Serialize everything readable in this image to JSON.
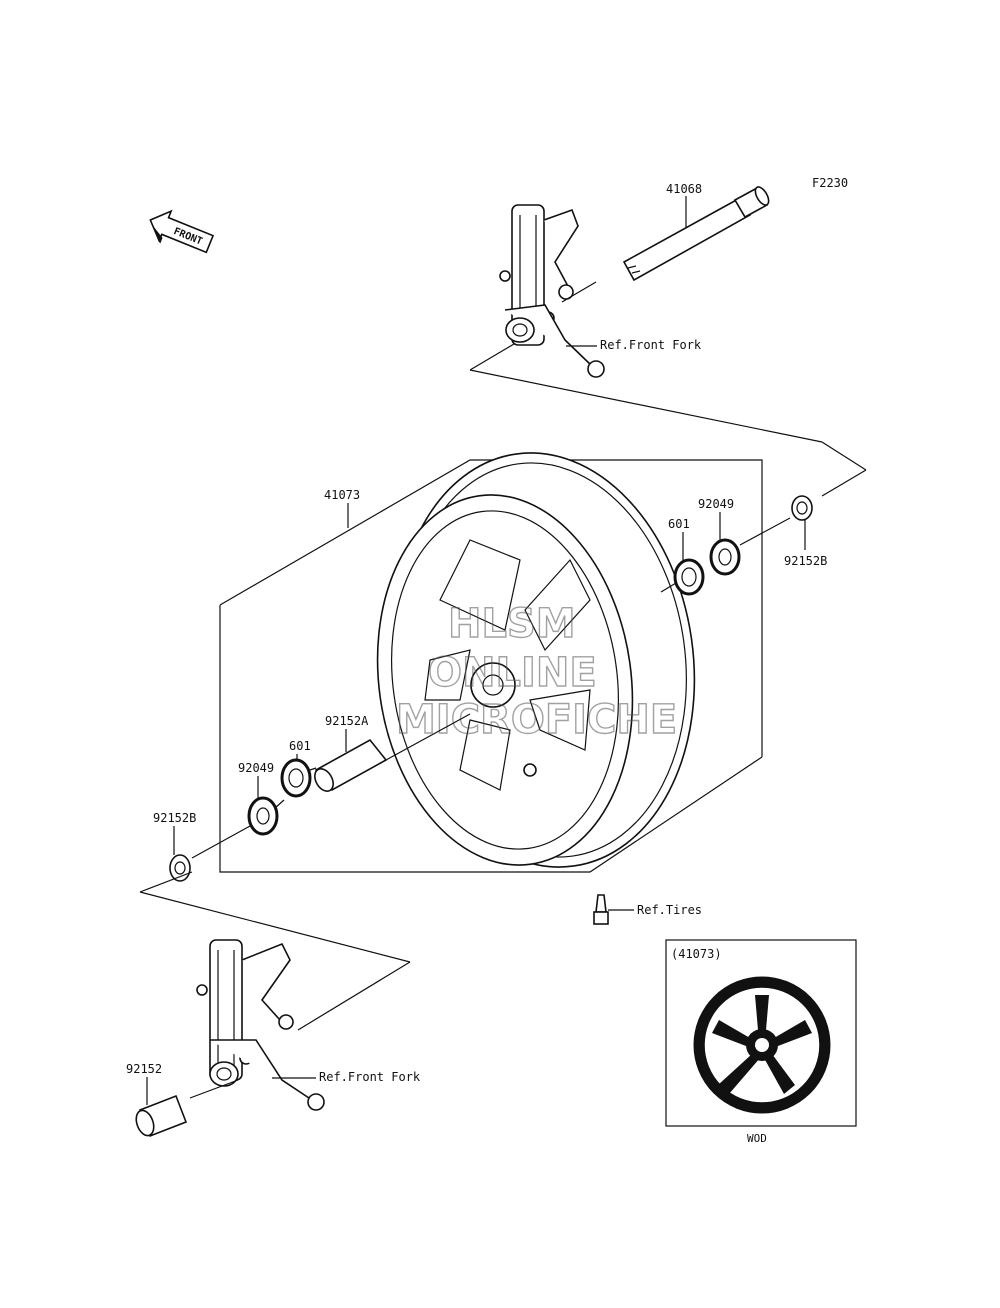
{
  "diagram": {
    "code": "F2230",
    "front_arrow": "FRONT",
    "labels": {
      "axle": "41068",
      "wheel": "41073",
      "bearing_right": "601",
      "seal_right": "92049",
      "collar_right": "92152B",
      "sleeve_center": "92152A",
      "bearing_left": "601",
      "seal_left": "92049",
      "collar_left": "92152B",
      "collar_bottom": "92152"
    },
    "refs": {
      "fork_top": "Ref.Front Fork",
      "fork_bottom": "Ref.Front Fork",
      "tires": "Ref.Tires"
    },
    "inset": {
      "title": "(41073)",
      "caption": "WOD"
    },
    "watermark": [
      "HLSM",
      "ONLINE",
      "MICROFICHE"
    ]
  }
}
